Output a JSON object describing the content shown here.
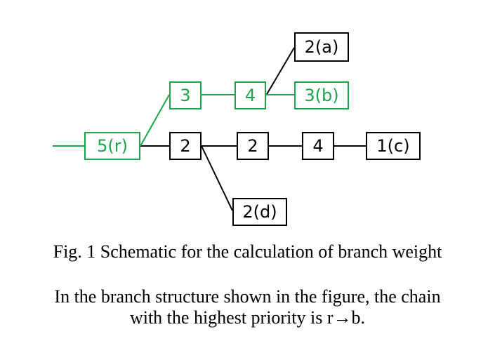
{
  "diagram": {
    "nodes": {
      "a": "2(a)",
      "b": "3(b)",
      "r": "5(r)",
      "g3": "3",
      "g4": "4",
      "n2": "2",
      "n2b": "2",
      "n4": "4",
      "c": "1(c)",
      "d": "2(d)"
    },
    "colors": {
      "highlight": "#1aa64a",
      "default": "#000000"
    }
  },
  "caption": {
    "figure": "Fig. 1 Schematic for the calculation of branch weight",
    "description_line1": "In the branch structure shown in the figure, the chain",
    "description_line2": "with the highest priority is r→b."
  }
}
